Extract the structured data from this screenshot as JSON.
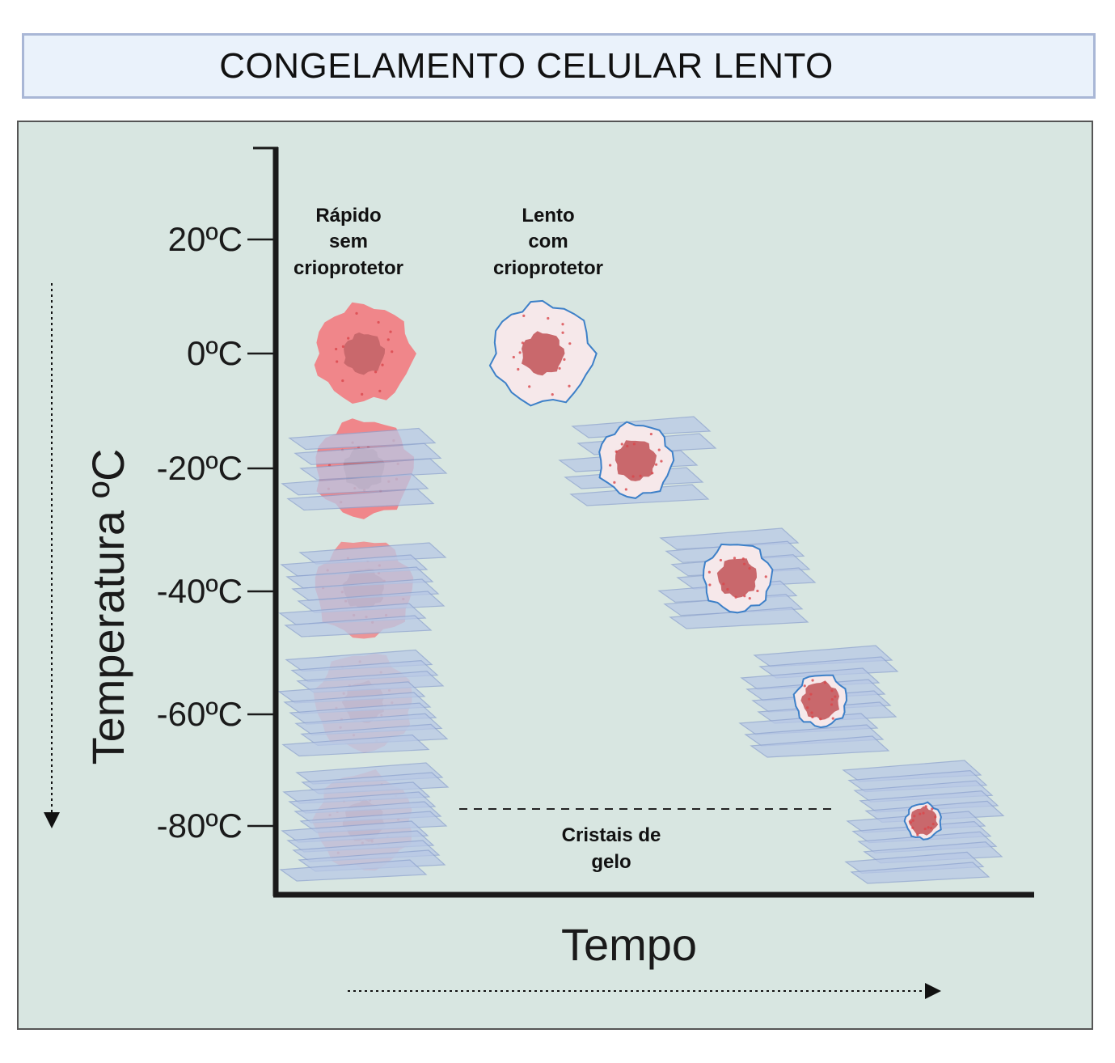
{
  "title": "CONGELAMENTO CELULAR LENTO",
  "y_axis": {
    "label": "Temperatura ºC",
    "ticks": [
      "20ºC",
      "0ºC",
      "-20ºC",
      "-40ºC",
      "-60ºC",
      "-80ºC"
    ]
  },
  "x_axis": {
    "label": "Tempo"
  },
  "columns": {
    "fast": [
      "Rápido",
      "sem",
      "crioprotetor"
    ],
    "slow": [
      "Lento",
      "com",
      "crioprotetor"
    ]
  },
  "ice_label": [
    "Cristais de",
    "gelo"
  ],
  "colors": {
    "title_bg": "#eaf2fb",
    "title_border": "#a9b7d6",
    "panel_bg": "#d8e6e1",
    "cell_fast": "#f0868a",
    "cell_nucleus": "#c9686c",
    "cell_slow_fill": "#f6e8ea",
    "cell_slow_border": "#3d80c8",
    "ice_crystal": "#b9c9e6"
  }
}
